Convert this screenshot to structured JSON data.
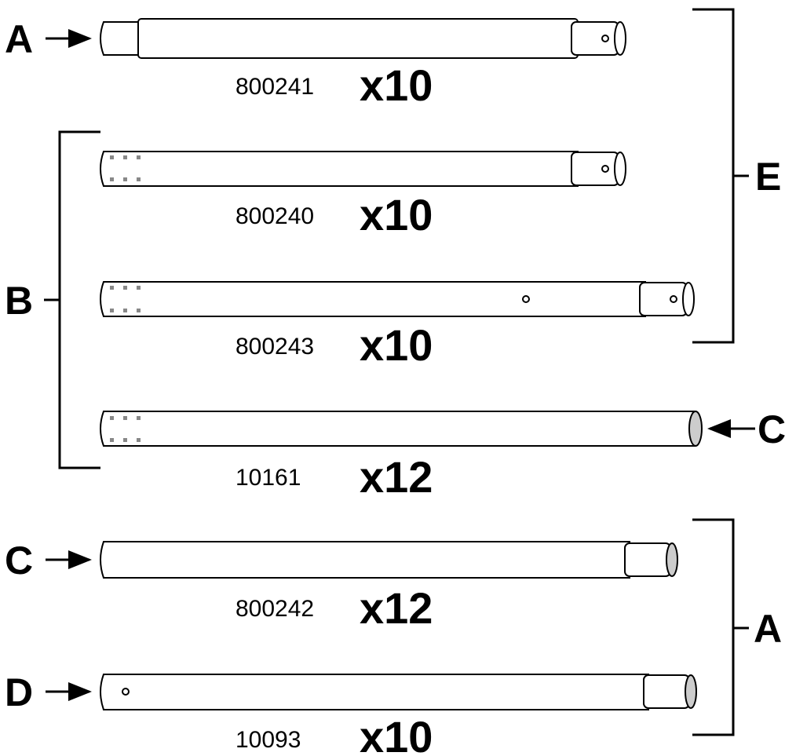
{
  "parts": [
    {
      "id": "800241",
      "part_number": "800241",
      "quantity": "x10",
      "left_label": "A",
      "right_label": ""
    },
    {
      "id": "800240",
      "part_number": "800240",
      "quantity": "x10",
      "left_label": "",
      "right_label": ""
    },
    {
      "id": "800243",
      "part_number": "800243",
      "quantity": "x10",
      "left_label": "",
      "right_label": ""
    },
    {
      "id": "10161",
      "part_number": "10161",
      "quantity": "x12",
      "left_label": "",
      "right_label": "C"
    },
    {
      "id": "800242",
      "part_number": "800242",
      "quantity": "x12",
      "left_label": "C",
      "right_label": ""
    },
    {
      "id": "10093",
      "part_number": "10093",
      "quantity": "x10",
      "left_label": "D",
      "right_label": ""
    }
  ],
  "group_labels": {
    "B": "B",
    "E": "E",
    "A": "A"
  },
  "colors": {
    "line": "#000000",
    "tube_fill": "#ffffff",
    "end_cap": "#cccccc"
  }
}
